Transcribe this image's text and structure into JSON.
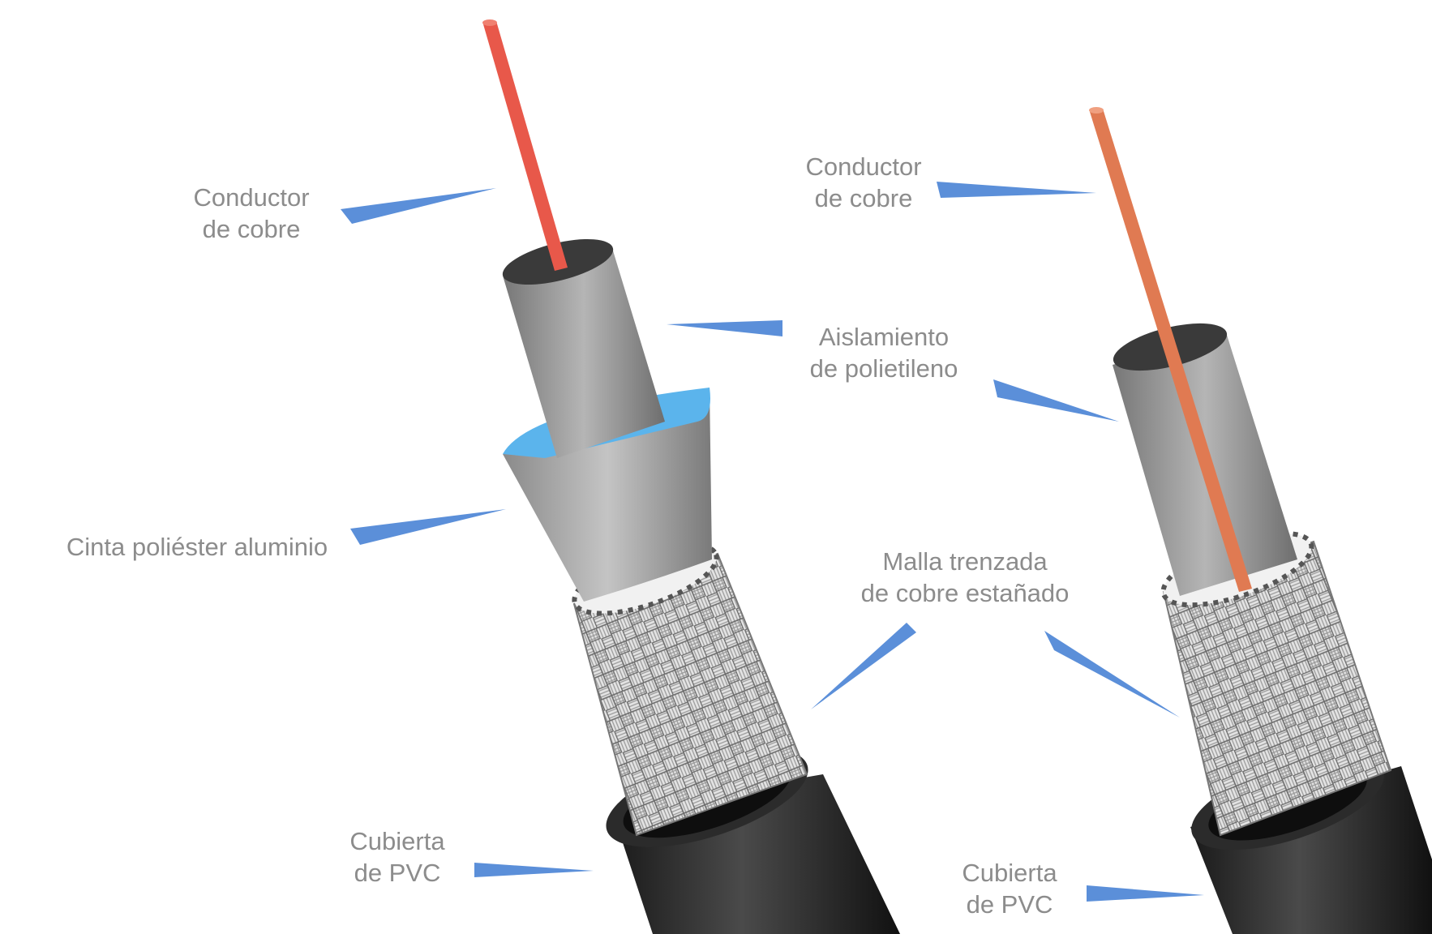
{
  "colors": {
    "label_text": "#8c8c8c",
    "pointer": "#5b8fd9",
    "copper_left": "#e8584a",
    "copper_right": "#e07a52",
    "insulation": "#9a9a9a",
    "foil": "#5bb4ec",
    "braid": "#d9d9d9",
    "jacket": "#262626"
  },
  "labels": {
    "left_conductor": [
      "Conductor",
      "de cobre"
    ],
    "right_conductor": [
      "Conductor",
      "de cobre"
    ],
    "insulation": [
      "Aislamiento",
      "de polietileno"
    ],
    "foil_tape": "Cinta poliéster aluminio",
    "braid": [
      "Malla trenzada",
      "de cobre estañado"
    ],
    "left_jacket": [
      "Cubierta",
      "de PVC"
    ],
    "right_jacket": [
      "Cubierta",
      "de PVC"
    ]
  }
}
